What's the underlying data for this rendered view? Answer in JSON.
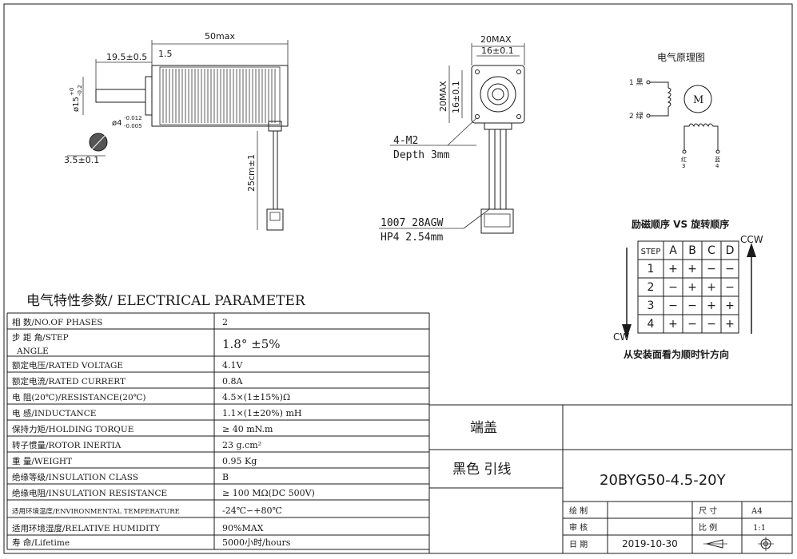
{
  "side_view": {
    "dim_length": "50max",
    "dim_shaft": "19.5±0.5",
    "dim_flange": "1.5",
    "dim_dia15": "ø15",
    "dim_dia15_tol_hi": "+0",
    "dim_dia15_tol_lo": "-0.2",
    "dim_dia4": "ø4",
    "dim_dia4_tol_hi": "-0.012",
    "dim_dia4_tol_lo": "-0.005",
    "dim_flat": "3.5±0.1",
    "dim_cable": "25cm±1"
  },
  "front_view": {
    "dim_outer_w": "20MAX",
    "dim_inner_w": "16±0.1",
    "dim_outer_h": "20MAX",
    "dim_inner_h": "16±0.1",
    "mount_holes": "4-M2",
    "mount_depth": "Depth  3mm",
    "wire_spec": "1007  28AGW",
    "connector_spec": "HP4  2.54mm"
  },
  "schematic": {
    "title": "电气原理图",
    "motor_label": "M",
    "pin1": "1 黑",
    "pin2": "2 绿",
    "pin3_color": "红",
    "pin3": "3",
    "pin4_color": "蓝",
    "pin4": "4"
  },
  "sequence": {
    "title": "励磁顺序 VS 旋转顺序",
    "headers": [
      "STEP",
      "A",
      "B",
      "C",
      "D"
    ],
    "rows": [
      [
        "1",
        "+",
        "+",
        "−",
        "−"
      ],
      [
        "2",
        "−",
        "+",
        "+",
        "−"
      ],
      [
        "3",
        "−",
        "−",
        "+",
        "+"
      ],
      [
        "4",
        "+",
        "−",
        "−",
        "+"
      ]
    ],
    "ccw": "CCW",
    "cw": "CW",
    "footer": "从安装面看为顺时针方向"
  },
  "params": {
    "title": "电气特性参数/ ELECTRICAL PARAMETER",
    "rows": [
      {
        "label": "相    数/NO.OF PHASES",
        "value": "2"
      },
      {
        "label": "步 距 角/STEP",
        "label2": "ANGLE",
        "value": "1.8°  ±5%"
      },
      {
        "label": "额定电压/RATED VOLTAGE",
        "value": "4.1V"
      },
      {
        "label": "额定电流/RATED CURRERT",
        "value": "0.8A"
      },
      {
        "label": "电    阻(20℃)/RESISTANCE(20℃)",
        "value": "4.5×(1±15%)Ω"
      },
      {
        "label": "电    感/INDUCTANCE",
        "value": "1.1×(1±20%) mH"
      },
      {
        "label": "保持力矩/HOLDING TORQUE",
        "value": "≥ 40 mN.m"
      },
      {
        "label": "转子惯量/ROTOR INERTIA",
        "value": "23 g.cm²"
      },
      {
        "label": "重    量/WEIGHT",
        "value": "0.95 Kg"
      },
      {
        "label": "绝缘等级/INSULATION  CLASS",
        "value": "B"
      },
      {
        "label": "绝缘电阻/INSULATION  RESISTANCE",
        "value": "≥ 100 MΩ(DC 500V)"
      },
      {
        "label": "适用环境温度/ENVIRONMENTAL TEMPERATURE",
        "value": "-24℃∽+80℃"
      },
      {
        "label": "适用环境湿度/RELATIVE HUMIDITY",
        "value": "90%MAX"
      },
      {
        "label": "寿    命/Lifetime",
        "value": "5000小时/hours"
      }
    ]
  },
  "title_block": {
    "end_cap": "端盖",
    "lead": "黑色 引线",
    "model": "20BYG50-4.5-20Y",
    "drawn": "绘  制",
    "checked": "审  核",
    "date_label": "日  期",
    "date": "2019-10-30",
    "size_label": "尺  寸",
    "size": "A4",
    "scale_label": "比  例",
    "scale": "1:1"
  }
}
